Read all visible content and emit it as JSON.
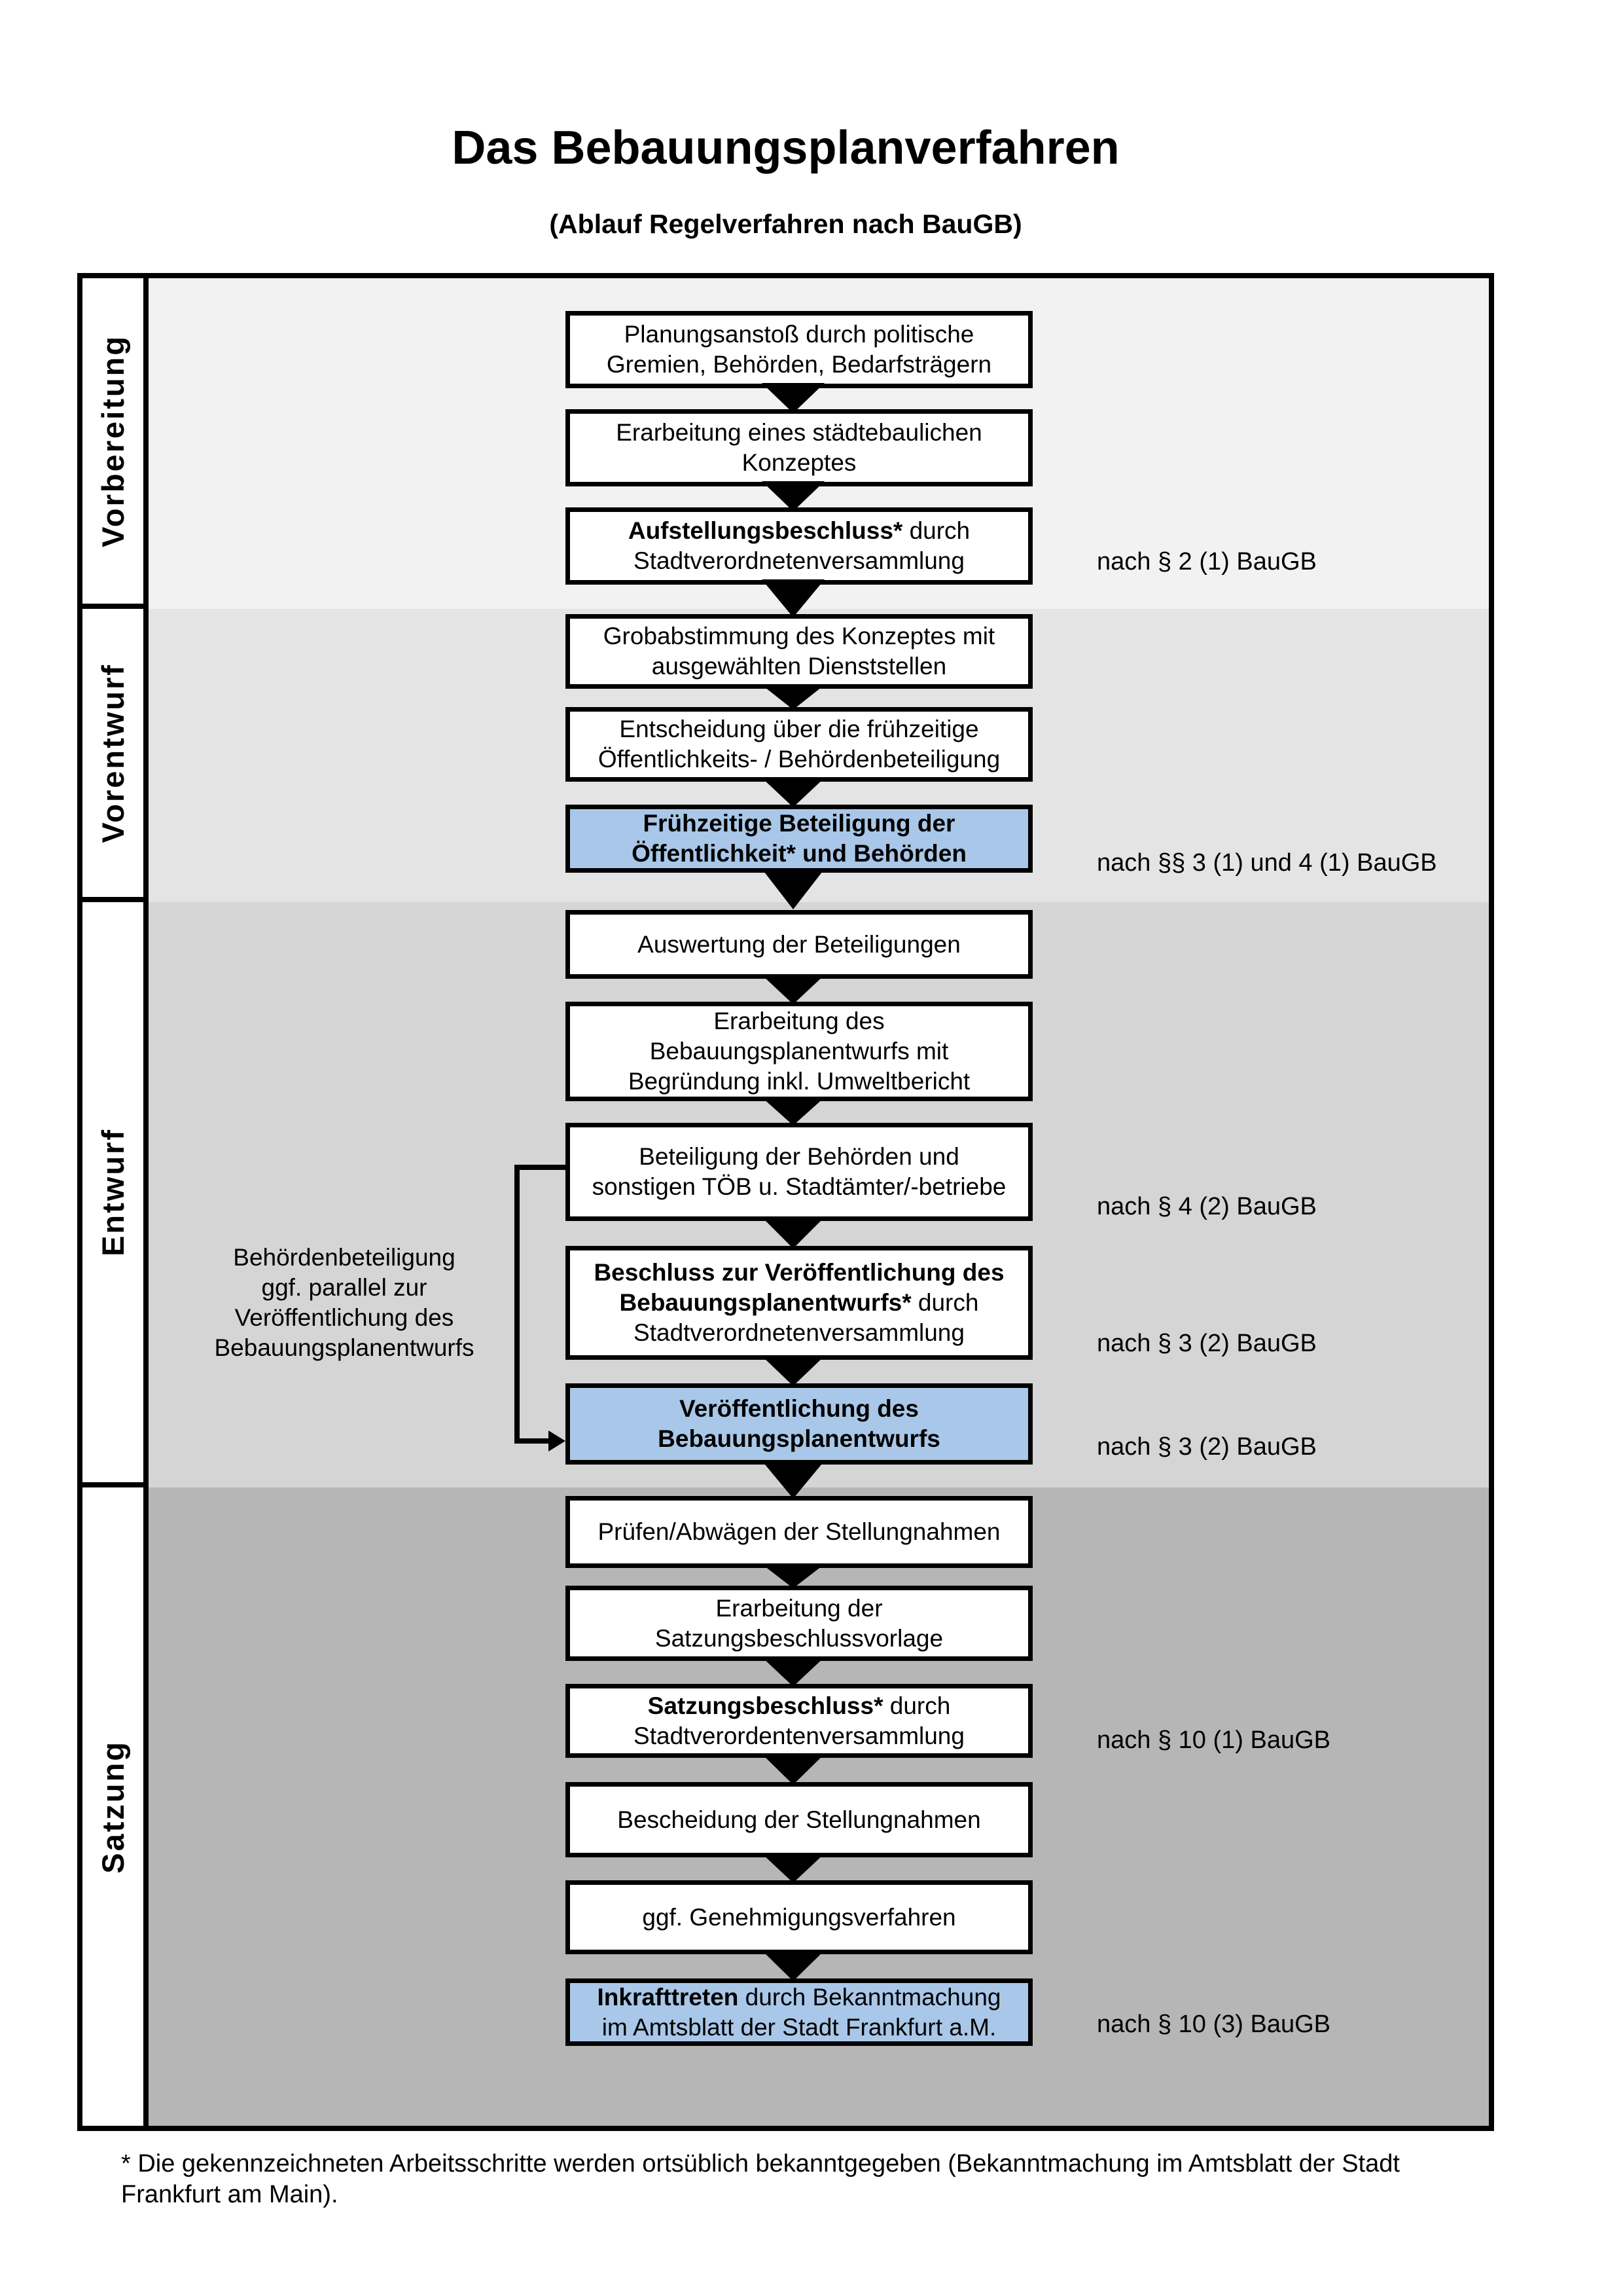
{
  "header": {
    "title": "Das Bebauungsplanverfahren",
    "subtitle": "(Ablauf Regelverfahren nach BauGB)"
  },
  "phases": [
    {
      "label": "Vorbereitung"
    },
    {
      "label": "Vorentwurf"
    },
    {
      "label": "Entwurf"
    },
    {
      "label": "Satzung"
    }
  ],
  "boxes": [
    {
      "bold": "",
      "text": "Planungsanstoß durch politische\nGremien, Behörden, Bedarfsträgern"
    },
    {
      "bold": "",
      "text": "Erarbeitung eines städtebaulichen\nKonzeptes"
    },
    {
      "bold": "Aufstellungsbeschluss*",
      "text": " durch\nStadtverordnetenversammlung"
    },
    {
      "bold": "",
      "text": "Grobabstimmung des Konzeptes mit\nausgewählten Dienststellen"
    },
    {
      "bold": "",
      "text": "Entscheidung über die frühzeitige\nÖffentlichkeits- / Behördenbeteiligung"
    },
    {
      "bold": "Frühzeitige Beteiligung der\nÖffentlichkeit* und Behörden",
      "text": ""
    },
    {
      "bold": "",
      "text": "Auswertung der Beteiligungen"
    },
    {
      "bold": "",
      "text": "Erarbeitung des\nBebauungsplanentwurfs mit\nBegründung inkl. Umweltbericht"
    },
    {
      "bold": "",
      "text": "Beteiligung der Behörden und\nsonstigen TÖB u. Stadtämter/-betriebe"
    },
    {
      "bold": "Beschluss zur Veröffentlichung des\nBebauungsplanentwurfs*",
      "text": " durch\nStadtverordnetenversammlung"
    },
    {
      "bold": "Veröffentlichung des\nBebauungsplanentwurfs",
      "text": ""
    },
    {
      "bold": "",
      "text": "Prüfen/Abwägen der Stellungnahmen"
    },
    {
      "bold": "",
      "text": "Erarbeitung der\nSatzungsbeschlussvorlage"
    },
    {
      "bold": "Satzungsbeschluss*",
      "text": " durch\nStadtverordentenversammlung"
    },
    {
      "bold": "",
      "text": "Bescheidung der Stellungnahmen"
    },
    {
      "bold": "",
      "text": "ggf. Genehmigungsverfahren"
    },
    {
      "bold": "Inkrafttreten",
      "text": " durch Bekanntmachung\nim Amtsblatt der Stadt Frankfurt a.M."
    }
  ],
  "law_notes": [
    {
      "text": "nach § 2 (1) BauGB"
    },
    {
      "text": "nach §§ 3 (1) und 4 (1) BauGB"
    },
    {
      "text": "nach § 4 (2) BauGB"
    },
    {
      "text": "nach § 3 (2) BauGB"
    },
    {
      "text": "nach § 3 (2) BauGB"
    },
    {
      "text": "nach § 10 (1) BauGB"
    },
    {
      "text": "nach § 10 (3) BauGB"
    }
  ],
  "side_note": {
    "text": "Behördenbeteiligung\nggf. parallel zur\nVeröffentlichung des\nBebauungsplanentwurfs"
  },
  "footnote": {
    "text": "* Die gekennzeichneten Arbeitsschritte werden ortsüblich bekanntgegeben (Bekanntmachung im Amtsblatt  der Stadt Frankfurt am Main)."
  },
  "colors": {
    "highlight_blue": "#a9c7e8",
    "phase_bg": [
      "#f2f2f2",
      "#e4e4e4",
      "#d5d5d5",
      "#b6b6b6"
    ]
  }
}
